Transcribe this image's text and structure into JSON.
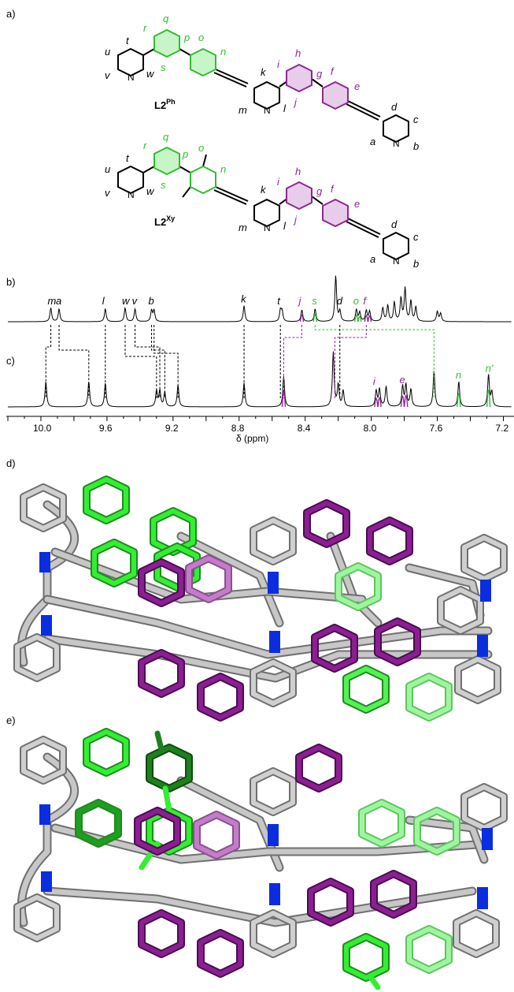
{
  "panels": {
    "a": "a)",
    "b": "b)",
    "c": "c)",
    "d": "d)",
    "e": "e)"
  },
  "structures": {
    "nitrogen_symbol": "N",
    "labels": {
      "a": "a",
      "b": "b",
      "c": "c",
      "d": "d",
      "e": "e",
      "f": "f",
      "g": "g",
      "h": "h",
      "i": "i",
      "j": "j",
      "k": "k",
      "l": "l",
      "m": "m",
      "n": "n",
      "o": "o",
      "p": "p",
      "q": "q",
      "r": "r",
      "s": "s",
      "t": "t",
      "u": "u",
      "v": "v",
      "w": "w"
    },
    "l2ph": {
      "name": "L2",
      "sup": "Ph"
    },
    "l2xy": {
      "name": "L2",
      "sup": "Xy"
    }
  },
  "colors": {
    "green": "#2fbf2f",
    "purple": "#8b2a91",
    "black": "#000000",
    "pd_blue": "#0b2ddd",
    "grey": "#c7c7c7"
  },
  "chart_data": {
    "type": "line",
    "xlabel": "δ (ppm)",
    "xlim": [
      10.2,
      7.15
    ],
    "xticks": [
      10.0,
      9.6,
      9.2,
      8.8,
      8.4,
      8.0,
      7.6,
      7.2
    ],
    "xtick_labels": [
      "10.0",
      "9.6",
      "9.2",
      "8.8",
      "8.4",
      "8.0",
      "7.6",
      "7.2"
    ],
    "series": [
      {
        "name": "b)",
        "peaks": [
          {
            "ppm": 9.94,
            "h": 0.3,
            "label": "m",
            "color": "black"
          },
          {
            "ppm": 9.89,
            "h": 0.28,
            "label": "a",
            "color": "black"
          },
          {
            "ppm": 9.61,
            "h": 0.28,
            "label": "l",
            "color": "black"
          },
          {
            "ppm": 9.49,
            "h": 0.3,
            "label": "w",
            "color": "black"
          },
          {
            "ppm": 9.43,
            "h": 0.28,
            "label": "v",
            "color": "black"
          },
          {
            "ppm": 9.33,
            "h": 0.24,
            "label": "b",
            "color": "black"
          },
          {
            "ppm": 9.315,
            "h": 0.24,
            "label": "",
            "color": "black"
          },
          {
            "ppm": 8.77,
            "h": 0.35,
            "label": "k",
            "color": "black"
          },
          {
            "ppm": 8.55,
            "h": 0.24,
            "label": "t",
            "color": "black"
          },
          {
            "ppm": 8.54,
            "h": 0.22,
            "label": "",
            "color": "black"
          },
          {
            "ppm": 8.42,
            "h": 0.26,
            "label": "j",
            "color": "purple"
          },
          {
            "ppm": 8.34,
            "h": 0.28,
            "label": "s",
            "color": "green"
          },
          {
            "ppm": 8.215,
            "h": 1.0,
            "label": "",
            "color": "black"
          },
          {
            "ppm": 8.19,
            "h": 0.22,
            "label": "d",
            "color": "black"
          },
          {
            "ppm": 8.09,
            "h": 0.26,
            "label": "o",
            "color": "green"
          },
          {
            "ppm": 8.07,
            "h": 0.2,
            "label": "",
            "color": "green"
          },
          {
            "ppm": 8.03,
            "h": 0.24,
            "label": "f",
            "color": "purple"
          },
          {
            "ppm": 8.01,
            "h": 0.22,
            "label": "",
            "color": "purple"
          },
          {
            "ppm": 7.93,
            "h": 0.3,
            "label": "",
            "color": "black"
          },
          {
            "ppm": 7.9,
            "h": 0.35,
            "label": "",
            "color": "black"
          },
          {
            "ppm": 7.86,
            "h": 0.42,
            "label": "",
            "color": "black"
          },
          {
            "ppm": 7.82,
            "h": 0.5,
            "label": "",
            "color": "black"
          },
          {
            "ppm": 7.795,
            "h": 0.72,
            "label": "",
            "color": "black"
          },
          {
            "ppm": 7.76,
            "h": 0.45,
            "label": "",
            "color": "black"
          },
          {
            "ppm": 7.73,
            "h": 0.32,
            "label": "",
            "color": "black"
          },
          {
            "ppm": 7.6,
            "h": 0.22,
            "label": "",
            "color": "black"
          },
          {
            "ppm": 7.58,
            "h": 0.18,
            "label": "",
            "color": "black"
          }
        ]
      },
      {
        "name": "c)",
        "peaks": [
          {
            "ppm": 9.97,
            "h": 0.35,
            "label": "",
            "color": "black"
          },
          {
            "ppm": 9.71,
            "h": 0.35,
            "label": "",
            "color": "black"
          },
          {
            "ppm": 9.61,
            "h": 0.33,
            "label": "",
            "color": "black"
          },
          {
            "ppm": 9.3,
            "h": 0.22,
            "label": "",
            "color": "black"
          },
          {
            "ppm": 9.28,
            "h": 0.22,
            "label": "",
            "color": "black"
          },
          {
            "ppm": 9.25,
            "h": 0.2,
            "label": "",
            "color": "black"
          },
          {
            "ppm": 9.17,
            "h": 0.3,
            "label": "",
            "color": "black"
          },
          {
            "ppm": 8.77,
            "h": 0.33,
            "label": "",
            "color": "black"
          },
          {
            "ppm": 8.53,
            "h": 0.42,
            "label": "",
            "color": "purple"
          },
          {
            "ppm": 8.23,
            "h": 0.75,
            "label": "",
            "color": "black"
          },
          {
            "ppm": 8.2,
            "h": 0.3,
            "label": "",
            "color": "black"
          },
          {
            "ppm": 8.17,
            "h": 0.22,
            "label": "",
            "color": "black"
          },
          {
            "ppm": 7.97,
            "h": 0.22,
            "label": "i",
            "color": "purple"
          },
          {
            "ppm": 7.95,
            "h": 0.24,
            "label": "",
            "color": "purple"
          },
          {
            "ppm": 7.91,
            "h": 0.28,
            "label": "",
            "color": "black"
          },
          {
            "ppm": 7.81,
            "h": 0.28,
            "label": "e",
            "color": "purple"
          },
          {
            "ppm": 7.79,
            "h": 0.3,
            "label": "",
            "color": "purple"
          },
          {
            "ppm": 7.76,
            "h": 0.24,
            "label": "",
            "color": "black"
          },
          {
            "ppm": 7.62,
            "h": 0.5,
            "label": "",
            "color": "black"
          },
          {
            "ppm": 7.47,
            "h": 0.35,
            "label": "n",
            "color": "green"
          },
          {
            "ppm": 7.29,
            "h": 0.44,
            "label": "n'",
            "color": "green"
          },
          {
            "ppm": 7.27,
            "h": 0.2,
            "label": "",
            "color": "black"
          }
        ]
      }
    ],
    "correlations": [
      {
        "from": 9.94,
        "to": 9.97,
        "color": "black"
      },
      {
        "from": 9.89,
        "to": 9.71,
        "color": "black"
      },
      {
        "from": 9.61,
        "to": 9.61,
        "color": "black"
      },
      {
        "from": 9.49,
        "to": 9.3,
        "color": "black"
      },
      {
        "from": 9.43,
        "to": 9.28,
        "color": "black"
      },
      {
        "from": 9.33,
        "to": 9.25,
        "color": "black"
      },
      {
        "from": 9.315,
        "to": 9.17,
        "color": "black"
      },
      {
        "from": 8.77,
        "to": 8.77,
        "color": "black"
      },
      {
        "from": 8.55,
        "to": 8.55,
        "color": "black"
      },
      {
        "from": 8.42,
        "to": 8.53,
        "color": "purple"
      },
      {
        "from": 8.34,
        "to": 7.62,
        "color": "green"
      },
      {
        "from": 8.19,
        "to": 8.19,
        "color": "black"
      },
      {
        "from": 8.03,
        "to": 8.22,
        "color": "purple"
      }
    ]
  }
}
